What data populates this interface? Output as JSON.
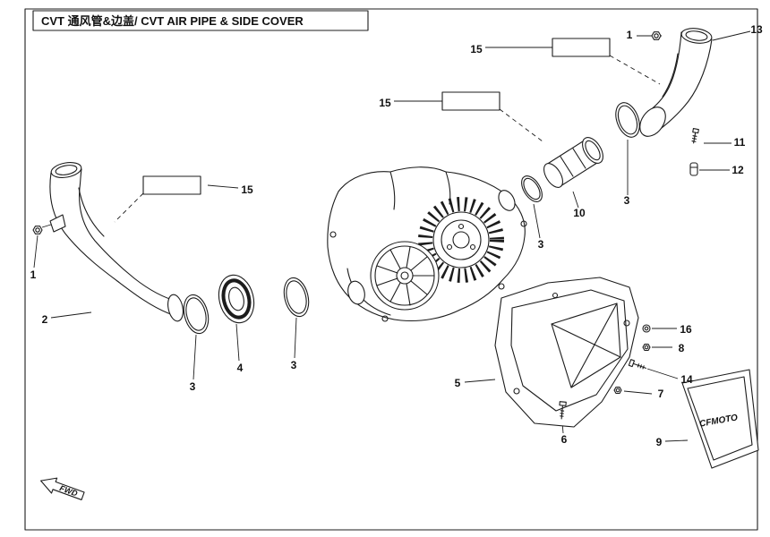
{
  "title": "CVT 通风管&边盖/ CVT AIR PIPE & SIDE COVER",
  "fwd_label": "FWD",
  "badge_text": "CFMOTO",
  "callouts": [
    {
      "label": "1"
    },
    {
      "label": "2"
    },
    {
      "label": "3"
    },
    {
      "label": "4"
    },
    {
      "label": "3"
    },
    {
      "label": "15"
    },
    {
      "label": "15"
    },
    {
      "label": "15"
    },
    {
      "label": "1"
    },
    {
      "label": "13"
    },
    {
      "label": "11"
    },
    {
      "label": "12"
    },
    {
      "label": "10"
    },
    {
      "label": "3"
    },
    {
      "label": "3"
    },
    {
      "label": "5"
    },
    {
      "label": "6"
    },
    {
      "label": "7"
    },
    {
      "label": "14"
    },
    {
      "label": "8"
    },
    {
      "label": "16"
    },
    {
      "label": "9"
    }
  ]
}
